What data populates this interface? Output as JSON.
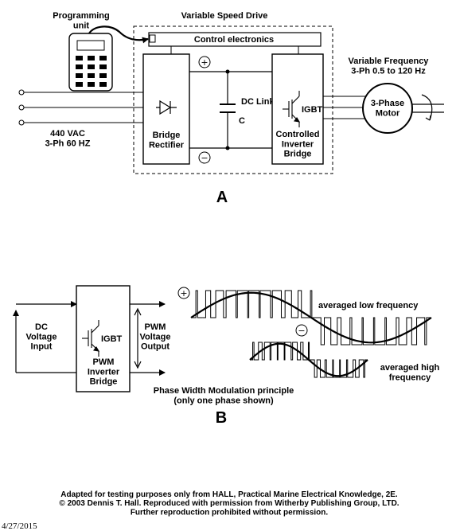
{
  "diagram_a": {
    "programming_unit": "Programming\nunit",
    "variable_speed_drive": "Variable Speed Drive",
    "control_electronics": "Control electronics",
    "input_voltage": "440 VAC\n3-Ph 60 HZ",
    "bridge_rectifier": "Bridge\nRectifier",
    "dc_link": "DC Link",
    "capacitor": "C",
    "igbt": "IGBT",
    "controlled_inverter": "Controlled\nInverter\nBridge",
    "variable_frequency": "Variable Frequency\n3-Ph 0.5 to 120 Hz",
    "motor": "3-Phase\nMotor",
    "plus_sign": "+",
    "minus_sign": "−",
    "letter": "A"
  },
  "diagram_b": {
    "dc_voltage_input": "DC\nVoltage\nInput",
    "igbt": "IGBT",
    "pwm_inverter": "PWM\nInverter\nBridge",
    "pwm_output": "PWM\nVoltage\nOutput",
    "averaged_low": "averaged low frequency",
    "averaged_high": "averaged high\nfrequency",
    "pwm_principle": "Phase Width Modulation principle\n(only one phase shown)",
    "plus_sign": "+",
    "minus_sign": "−",
    "letter": "B"
  },
  "footer": {
    "credit": "Adapted for testing purposes only from HALL, Practical Marine Electrical Knowledge, 2E.\n© 2003 Dennis T. Hall. Reproduced with permission from Witherby Publishing Group, LTD.\nFurther reproduction prohibited without permission.",
    "date": "4/27/2015"
  },
  "colors": {
    "ink": "#000000",
    "background": "#ffffff"
  }
}
